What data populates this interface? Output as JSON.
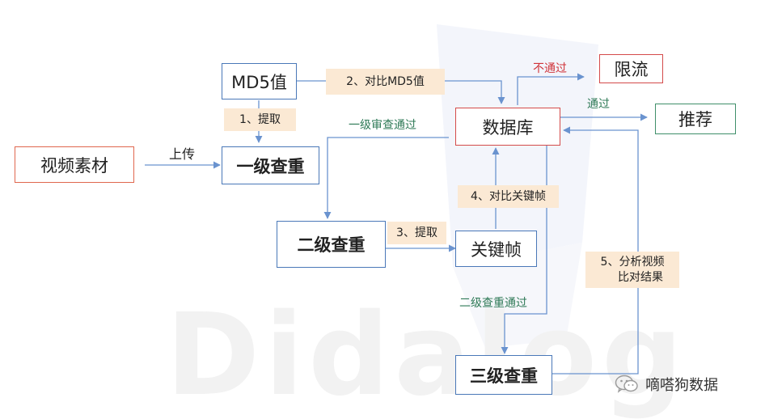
{
  "nodes": {
    "video_material": "视频素材",
    "md5": "MD5值",
    "level1": "一级查重",
    "database": "数据库",
    "limit": "限流",
    "recommend": "推荐",
    "level2": "二级查重",
    "keyframe": "关键帧",
    "level3": "三级查重"
  },
  "tags": {
    "extract1": "1、提取",
    "compare_md5": "2、对比MD5值",
    "extract3": "3、提取",
    "compare_keyframe": "4、对比关键帧",
    "analyze_line1": "5、分析视频",
    "analyze_line2": "比对结果"
  },
  "edge_labels": {
    "upload": "上传",
    "fail": "不通过",
    "pass": "通过",
    "level1_pass": "一级审查通过",
    "level2_pass": "二级查重通过"
  },
  "watermark": "Didalog",
  "brand": {
    "name": "嘀嗒狗数据",
    "icon": "wechat-icon"
  },
  "colors": {
    "arrow": "#6a93cf",
    "tag_bg": "#fbe9d4",
    "fail_text": "#d0343a",
    "pass_text": "#2f7a57"
  }
}
